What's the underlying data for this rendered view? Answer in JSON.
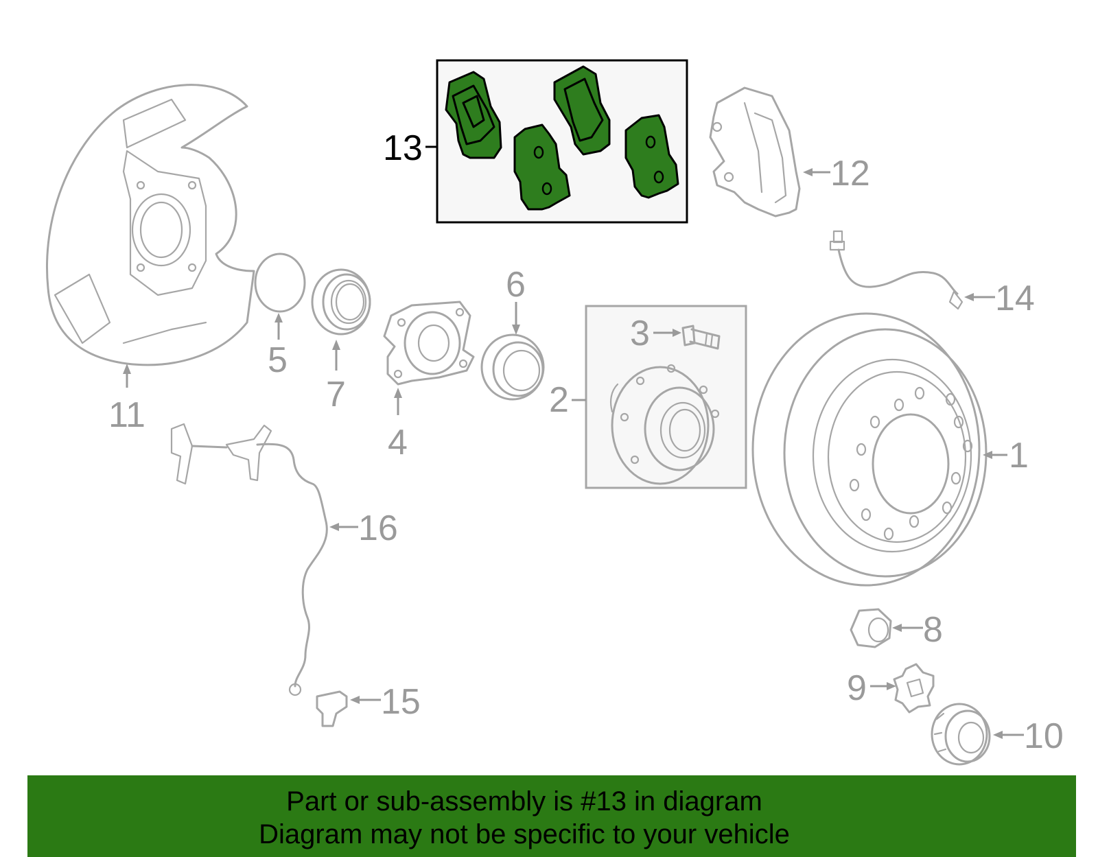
{
  "callouts": {
    "c1": "1",
    "c2": "2",
    "c3": "3",
    "c4": "4",
    "c5": "5",
    "c6": "6",
    "c7": "7",
    "c8": "8",
    "c9": "9",
    "c10": "10",
    "c11": "11",
    "c12": "12",
    "c13": "13",
    "c14": "14",
    "c15": "15",
    "c16": "16"
  },
  "highlight": {
    "part_number": "13",
    "color": "#2e7d1e"
  },
  "banner": {
    "line1": "Part or sub-assembly is #13 in diagram",
    "line2": "Diagram may not be specific to your vehicle",
    "background": "#2b7a14"
  }
}
